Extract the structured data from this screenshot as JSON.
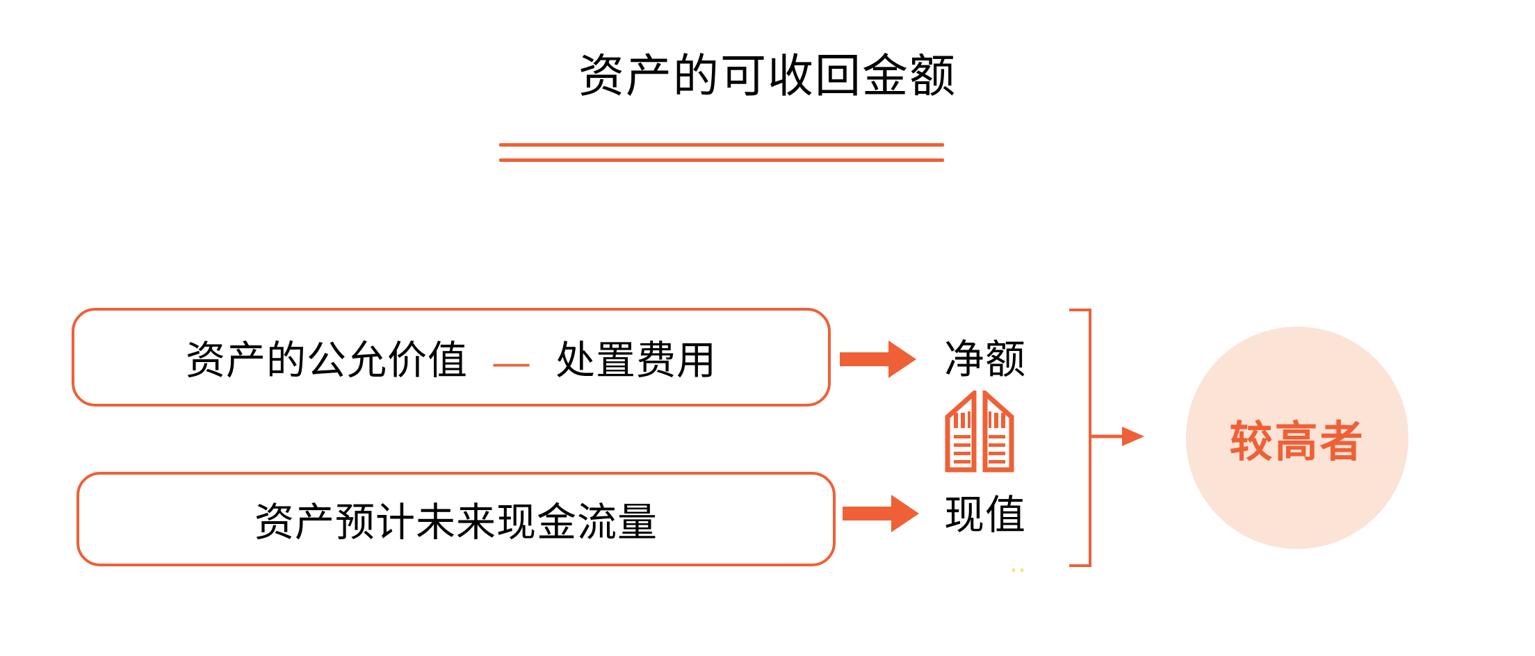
{
  "slide": {
    "title": "资产的可收回金额",
    "background_color": "#FFFFFF",
    "accent_color": "#EF6036",
    "circle_fill_color": "#FBE3D6"
  },
  "formula_rows": [
    {
      "id": "fair-value",
      "term_left": "资产的公允价值",
      "operator": "—",
      "term_right": "处置费用",
      "arrow": "block-arrow-right",
      "result_label": "净额"
    },
    {
      "id": "cash-flow",
      "term_left": "资产预计未来现金流量",
      "operator": "",
      "term_right": "",
      "arrow": "block-arrow-right",
      "result_label": "现值"
    }
  ],
  "icons": {
    "towers": "twin-towers-icon",
    "connector": "thin-arrow-right-icon",
    "brace": "right-brace-icon"
  },
  "conclusion": {
    "label": "较高者"
  }
}
